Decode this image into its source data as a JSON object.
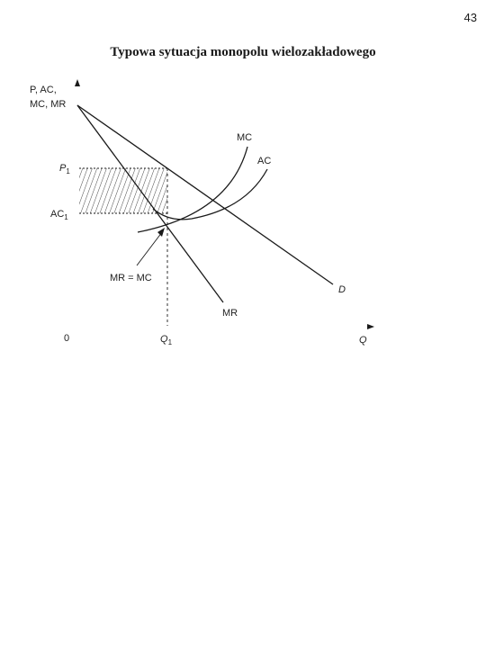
{
  "page": {
    "number": "43",
    "title": "Typowa sytuacja monopolu wielozakładowego"
  },
  "diagram": {
    "y_axis_label_line1": "P, AC,",
    "y_axis_label_line2": "MC, MR",
    "x_axis_label": "Q",
    "origin_label": "0",
    "p1_label": "P",
    "p1_sub": "1",
    "ac1_label": "AC",
    "ac1_sub": "1",
    "q1_label": "Q",
    "q1_sub": "1",
    "mc_label": "MC",
    "ac_label": "AC",
    "d_label": "D",
    "mr_label": "MR",
    "equilibrium_label": "MR = MC",
    "line_color": "#1a1a1a",
    "hatch_color": "#333333"
  }
}
